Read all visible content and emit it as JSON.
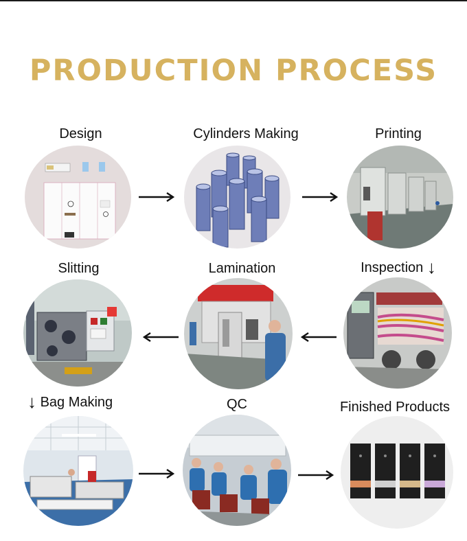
{
  "title": "PRODUCTION PROCESS",
  "steps": {
    "design": "Design",
    "cylinders": "Cylinders Making",
    "printing": "Printing",
    "slitting": "Slitting",
    "lamination": "Lamination",
    "inspection": "Inspection",
    "bag_making": "Bag Making",
    "qc": "QC",
    "finished": "Finished Products"
  },
  "arrow_down": "↓",
  "colors": {
    "title": "#d6b25f",
    "arrow": "#111111"
  }
}
